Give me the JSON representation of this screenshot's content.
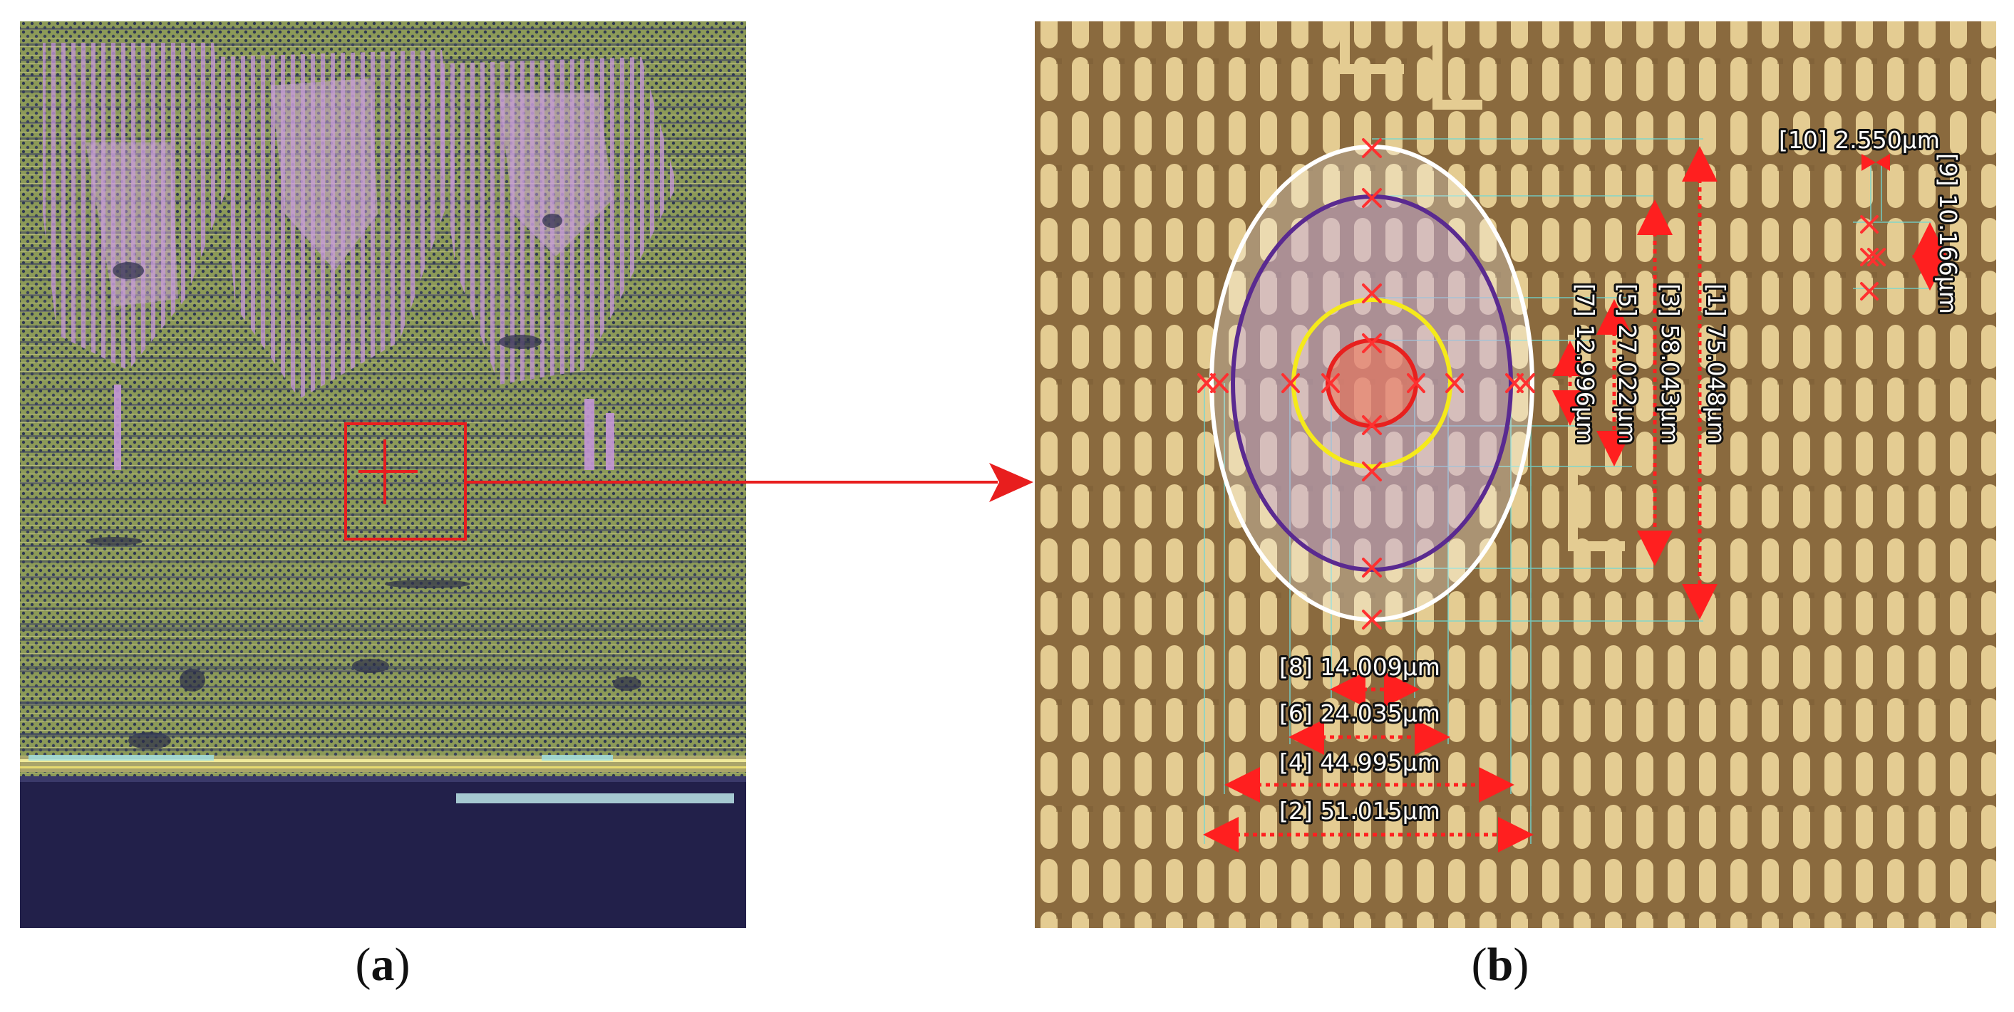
{
  "panels": {
    "a": {
      "label_open": "(",
      "label_letter": "a",
      "label_close": ")",
      "description_colors": {
        "die": "#8a9a5a",
        "metal": "#c9a0d8",
        "substrate": "#22204a",
        "bond": "#7fe0e0"
      }
    },
    "b": {
      "label_open": "(",
      "label_letter": "b",
      "label_close": ")",
      "description_colors": {
        "background": "#8a6c40",
        "trace": "#e6cf96",
        "grid": "#6fd6d2"
      }
    }
  },
  "callout": {
    "box_color": "#e81e1e",
    "arrow_color": "#e81e1e"
  },
  "rings": [
    {
      "name": "outer-white-ring",
      "color": "#ffffff"
    },
    {
      "name": "purple-ring",
      "color": "#5a2a90"
    },
    {
      "name": "yellow-ring",
      "color": "#f5ea1a"
    },
    {
      "name": "red-ring",
      "color": "#e8201e"
    }
  ],
  "measurements": {
    "m1": "[1] 75.048µm",
    "m2": "[2] 51.015µm",
    "m3": "[3] 58.043µm",
    "m4": "[4] 44.995µm",
    "m5": "[5] 27.022µm",
    "m6": "[6] 24.035µm",
    "m7": "[7] 12.996µm",
    "m8": "[8] 14.009µm",
    "m9": "[9] 10.166µm",
    "m10": "[10] 2.550µm"
  }
}
